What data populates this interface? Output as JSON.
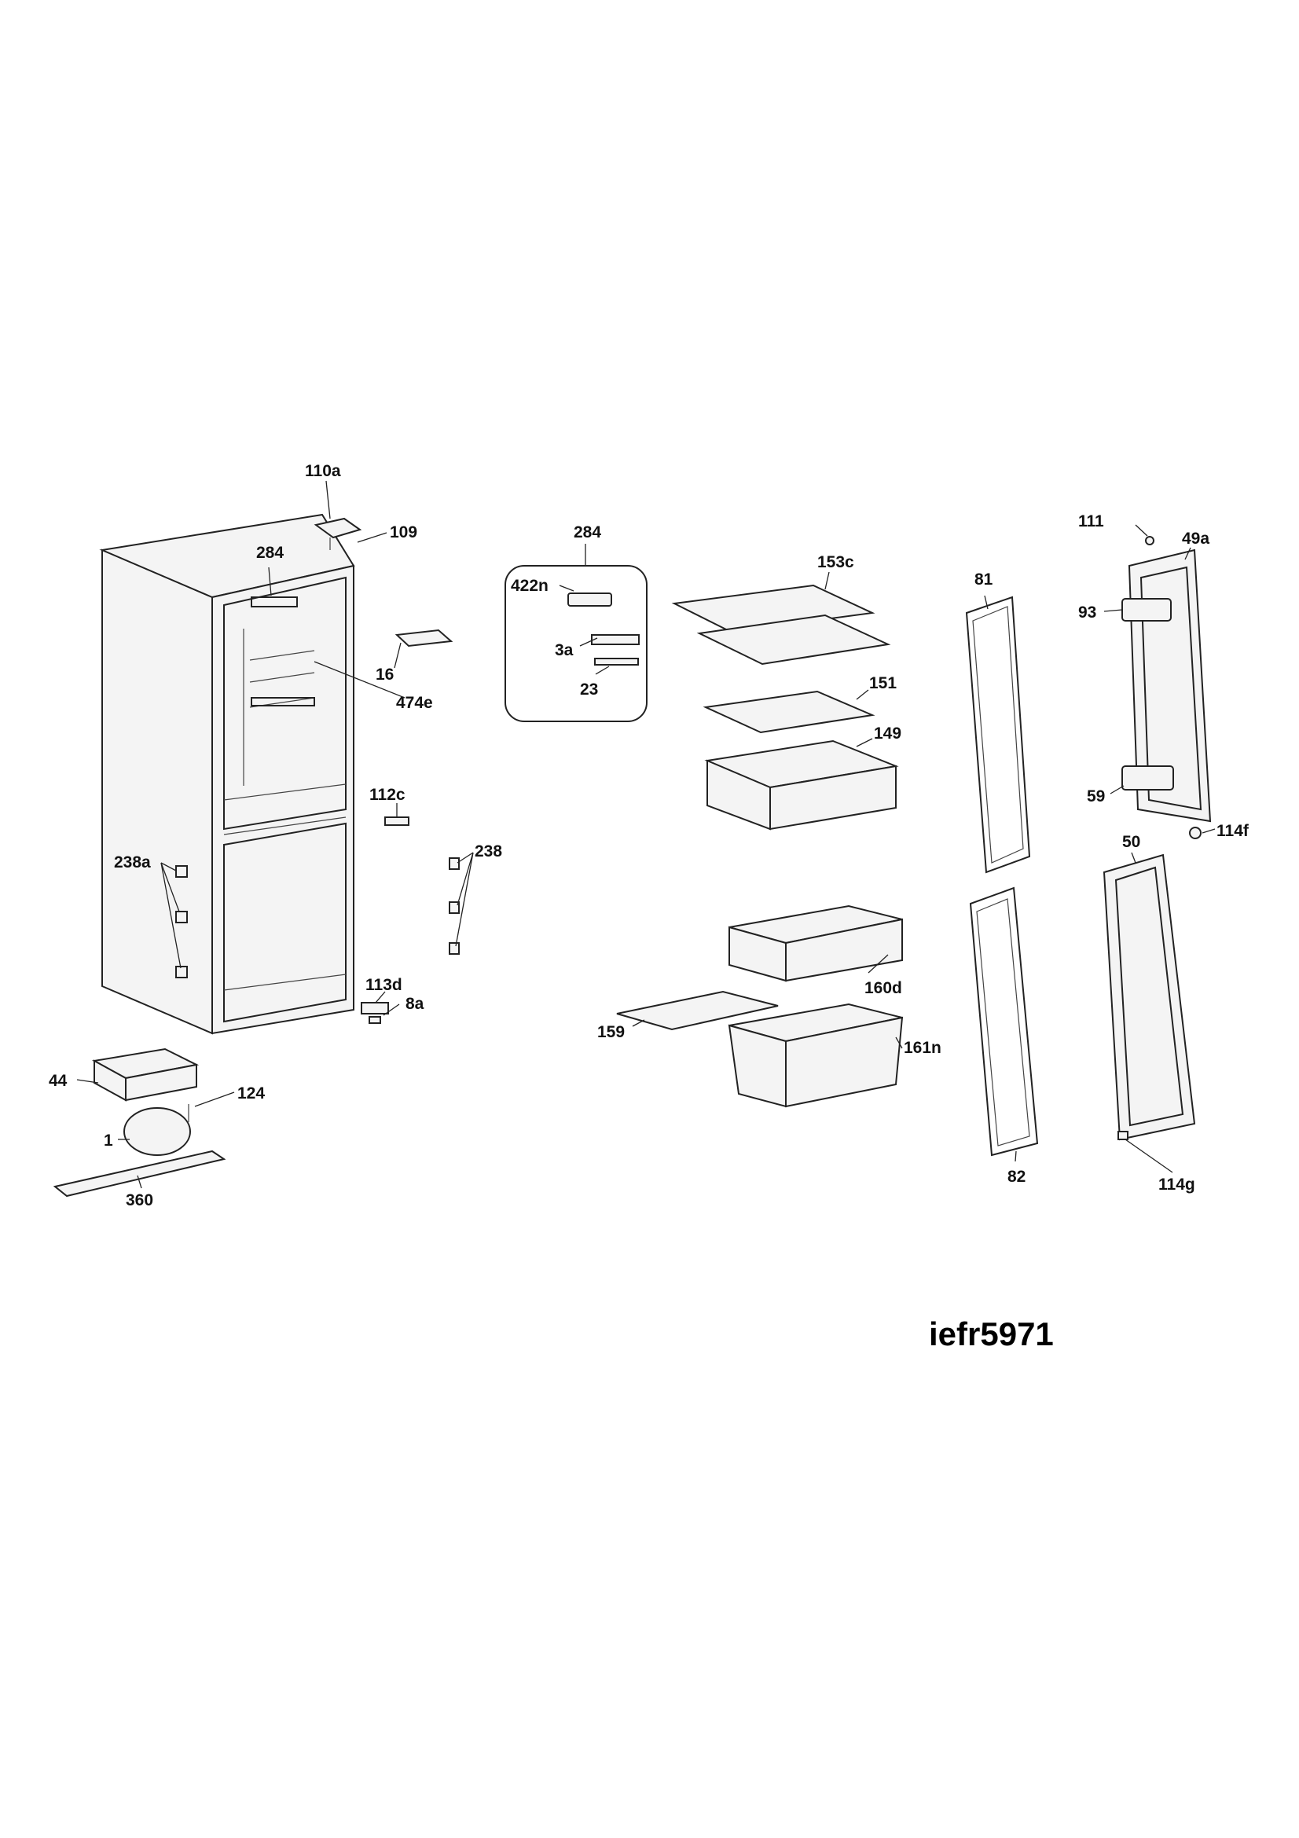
{
  "model_code": "iefr5971",
  "callouts": {
    "c110a": "110a",
    "c109": "109",
    "c284": "284",
    "c16": "16",
    "c474e": "474e",
    "c112c": "112c",
    "c238a": "238a",
    "c238": "238",
    "c113d": "113d",
    "c8a": "8a",
    "c44": "44",
    "c124": "124",
    "c1": "1",
    "c360": "360",
    "c284box": "284",
    "c422n": "422n",
    "c3a": "3a",
    "c23": "23",
    "c153c": "153c",
    "c151": "151",
    "c149": "149",
    "c160d": "160d",
    "c159": "159",
    "c161n": "161n",
    "c81": "81",
    "c82": "82",
    "c111": "111",
    "c49a": "49a",
    "c93": "93",
    "c59": "59",
    "c114f": "114f",
    "c50": "50",
    "c114g": "114g"
  }
}
